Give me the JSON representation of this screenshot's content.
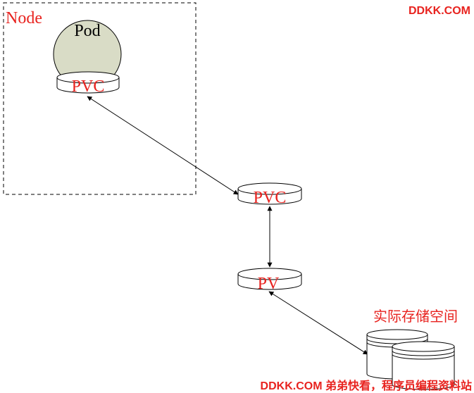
{
  "node_label": "Node",
  "pod_label": "Pod",
  "pvc_node_label": "PVC",
  "pvc_label": "PVC",
  "pv_label": "PV",
  "storage_label": "实际存储空间",
  "watermark_top": "DDKK.COM",
  "watermark_bottom": "DDKK.COM 弟弟快看，程序员编程资料站",
  "colors": {
    "label_red": "#e8231f",
    "pod_fill": "#d9dcc6",
    "line": "#000000",
    "background": "#ffffff"
  }
}
